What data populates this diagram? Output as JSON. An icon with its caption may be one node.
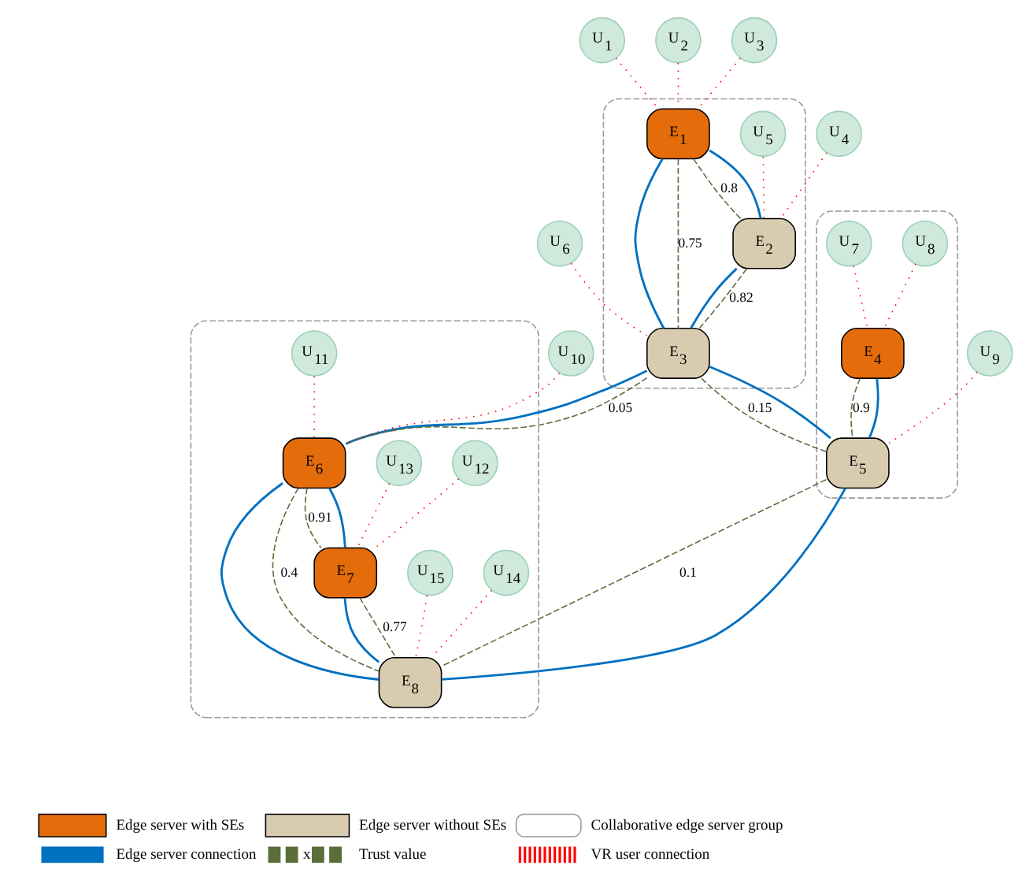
{
  "diagram": {
    "nodes": [
      {
        "text": [],
        "shape": "box"
      },
      {
        "text": [
          "E$_{1}$"
        ],
        "in": 0
      },
      {
        "text": [
          "E$_{2}$"
        ],
        "in": 0
      },
      {
        "text": [
          "E$_{3}$"
        ],
        "in": 0
      },
      {
        "text": [],
        "shape": "box"
      },
      {
        "text": [
          "E$_{4}$"
        ],
        "in": 4
      },
      {
        "text": [
          "E$_{5}$"
        ],
        "in": 4
      },
      {
        "text": [],
        "shape": "box"
      },
      {
        "text": [
          "E$_{6}$"
        ],
        "in": 7
      },
      {
        "text": [
          "E$_{7}$"
        ],
        "in": 7
      },
      {
        "text": [
          "E$_{8}$"
        ],
        "in": 7
      },
      {
        "text": [
          "U$_{1}$"
        ]
      },
      {
        "text": [
          "U$_{2}$"
        ]
      },
      {
        "text": [
          "U$_{3}$"
        ]
      },
      {
        "text": [
          "U$_{4}$"
        ]
      },
      {
        "text": [
          "U$_{5}$"
        ],
        "in": 0
      },
      {
        "text": [
          "U$_{6}$"
        ]
      },
      {
        "text": [
          "U$_{7}$"
        ],
        "in": 4
      },
      {
        "text": [
          "U$_{8}$"
        ],
        "in": 4
      },
      {
        "text": [
          "U$_{9}$"
        ]
      },
      {
        "text": [
          "U$_{10}$"
        ]
      },
      {
        "text": [
          "U$_{11}$"
        ],
        "in": 7
      },
      {
        "text": [
          "U$_{12}$"
        ],
        "in": 7
      },
      {
        "text": [
          "U$_{13}$"
        ],
        "in": 7
      },
      {
        "text": [
          "U$_{14}$"
        ],
        "in": 7
      },
      {
        "text": [
          "U$_{15}$"
        ],
        "in": 7
      }
    ],
    "edges": [
      {
        "from": 1,
        "to": 2,
        "arrow": "none",
        "color": "#0070c0"
      },
      {
        "from": 1,
        "to": 2,
        "arrow": "none",
        "label": "0.8",
        "style": "dashed",
        "color": "#5a6e3a"
      },
      {
        "from": 1,
        "to": 3,
        "arrow": "none",
        "color": "#0070c0"
      },
      {
        "from": 1,
        "to": 3,
        "arrow": "none",
        "label": "0.75",
        "style": "dashed",
        "color": "#5a6e3a"
      },
      {
        "from": 2,
        "to": 3,
        "arrow": "none",
        "color": "#0070c0"
      },
      {
        "from": 2,
        "to": 3,
        "arrow": "none",
        "label": "0.82",
        "style": "dashed",
        "color": "#5a6e3a"
      },
      {
        "from": 3,
        "to": 6,
        "arrow": "none",
        "color": "#0070c0"
      },
      {
        "from": 3,
        "to": 6,
        "arrow": "none",
        "label": "0.15",
        "style": "dashed",
        "color": "#5a6e3a"
      },
      {
        "from": 3,
        "to": 8,
        "arrow": "none",
        "color": "#0070c0"
      },
      {
        "from": 3,
        "to": 8,
        "arrow": "none",
        "label": "0.05",
        "style": "dashed",
        "color": "#5a6e3a"
      },
      {
        "from": 8,
        "to": 9,
        "arrow": "none",
        "color": "#0070c0"
      },
      {
        "from": 8,
        "to": 9,
        "arrow": "none",
        "label": "0.91",
        "style": "dashed",
        "color": "#5a6e3a"
      },
      {
        "from": 8,
        "to": 10,
        "arrow": "none",
        "color": "#0070c0"
      },
      {
        "from": 8,
        "to": 10,
        "arrow": "none",
        "label": "0.4",
        "style": "dashed",
        "color": "#5a6e3a"
      },
      {
        "from": 9,
        "to": 10,
        "arrow": "none",
        "color": "#0070c0"
      },
      {
        "from": 9,
        "to": 10,
        "arrow": "none",
        "label": "0.77",
        "style": "dashed",
        "color": "#5a6e3a"
      },
      {
        "from": 5,
        "to": 6,
        "arrow": "none",
        "color": "#0070c0"
      },
      {
        "from": 5,
        "to": 6,
        "arrow": "none",
        "label": "0.9",
        "style": "dashed",
        "color": "#5a6e3a"
      },
      {
        "from": 6,
        "to": 10,
        "arrow": "none",
        "color": "#0070c0"
      },
      {
        "from": 6,
        "to": 10,
        "arrow": "none",
        "label": "0.1",
        "style": "dashed",
        "color": "#5a6e3a"
      },
      {
        "from": 11,
        "to": 1,
        "arrow": "none",
        "style": "dashed"
      },
      {
        "from": 12,
        "to": 1,
        "arrow": "none",
        "style": "dashed"
      },
      {
        "from": 13,
        "to": 1,
        "arrow": "none",
        "style": "dashed"
      },
      {
        "from": 14,
        "to": 2,
        "arrow": "none",
        "style": "dashed"
      },
      {
        "from": 15,
        "to": 2,
        "arrow": "none",
        "style": "dashed"
      },
      {
        "from": 16,
        "to": 3,
        "arrow": "none",
        "style": "dashed"
      },
      {
        "from": 17,
        "to": 5,
        "arrow": "none",
        "style": "dashed"
      },
      {
        "from": 18,
        "to": 5,
        "arrow": "none",
        "style": "dashed"
      },
      {
        "from": 19,
        "to": 6,
        "arrow": "none",
        "style": "dashed"
      },
      {
        "from": 20,
        "to": 8,
        "arrow": "none",
        "style": "dashed"
      },
      {
        "from": 21,
        "to": 8,
        "arrow": "none",
        "style": "dashed"
      },
      {
        "from": 22,
        "to": 9,
        "arrow": "none",
        "style": "dashed"
      },
      {
        "from": 23,
        "to": 9,
        "arrow": "none",
        "style": "dashed"
      },
      {
        "from": 24,
        "to": 10,
        "arrow": "none",
        "style": "dashed"
      },
      {
        "from": 25,
        "to": 10,
        "arrow": "none",
        "style": "dashed"
      }
    ],
    "labels": [
      "x"
    ],
    "legend": [
      {
        "text": "Edge server with SEs"
      },
      {
        "text": "Edge server without SEs"
      },
      {
        "text": "Collaborative edge server group"
      },
      {
        "text": "Edge server connection"
      },
      {
        "text": "Trust value"
      },
      {
        "text": "VR user connection"
      }
    ]
  }
}
